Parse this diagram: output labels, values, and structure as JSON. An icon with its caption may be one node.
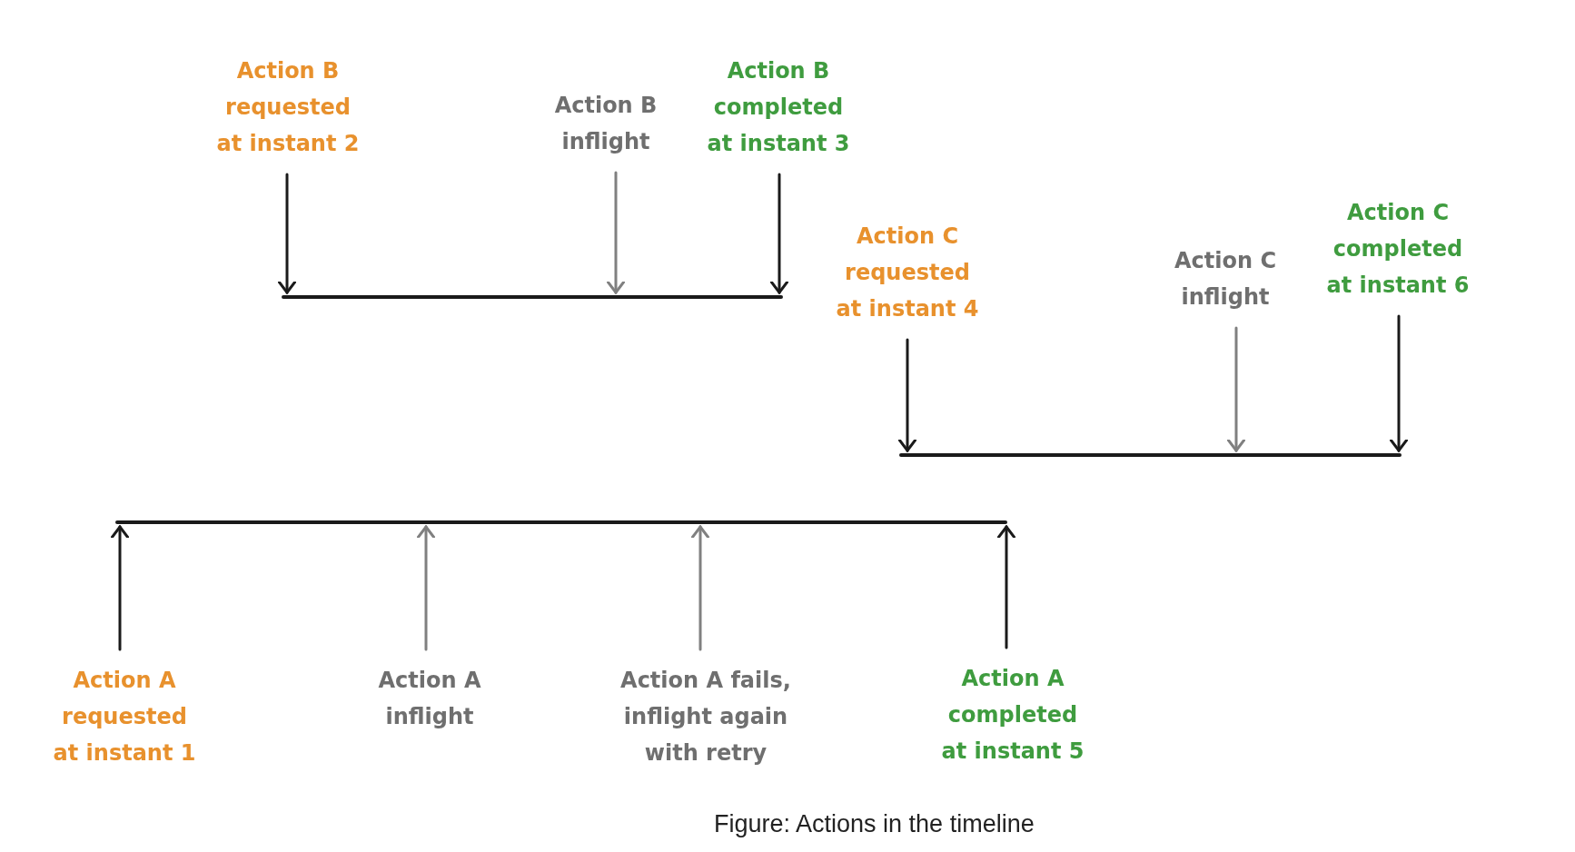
{
  "diagram": {
    "caption": "Figure: Actions in the timeline",
    "nodes": [
      {
        "text": [
          "Action B requested at instant 2"
        ]
      },
      {
        "text": [
          "Action B inflight"
        ]
      },
      {
        "text": [
          "Action B completed at instant 3"
        ]
      },
      {
        "text": [],
        "shape": "bar"
      },
      {
        "text": [
          "Action C requested at instant 4"
        ]
      },
      {
        "text": [
          "Action C inflight"
        ]
      },
      {
        "text": [
          "Action C completed at instant 6"
        ]
      },
      {
        "text": [],
        "shape": "bar"
      },
      {
        "text": [],
        "shape": "bar"
      },
      {
        "text": [
          "Action A requested at instant 1"
        ]
      },
      {
        "text": [
          "Action A inflight"
        ]
      },
      {
        "text": [
          "Action A fails, inflight again with retry"
        ]
      },
      {
        "text": [
          "Action A completed at instant 5"
        ]
      }
    ],
    "edges": [
      {
        "from": 0,
        "to": 3,
        "arrow": "to"
      },
      {
        "from": 1,
        "to": 3,
        "arrow": "to",
        "color": "#808080"
      },
      {
        "from": 2,
        "to": 3,
        "arrow": "to"
      },
      {
        "from": 4,
        "to": 7,
        "arrow": "to"
      },
      {
        "from": 5,
        "to": 7,
        "arrow": "to",
        "color": "#808080"
      },
      {
        "from": 6,
        "to": 7,
        "arrow": "to"
      },
      {
        "from": 9,
        "to": 8,
        "arrow": "to"
      },
      {
        "from": 10,
        "to": 8,
        "arrow": "to",
        "color": "#808080"
      },
      {
        "from": 11,
        "to": 8,
        "arrow": "to",
        "color": "#808080"
      },
      {
        "from": 12,
        "to": 8,
        "arrow": "to"
      }
    ]
  }
}
